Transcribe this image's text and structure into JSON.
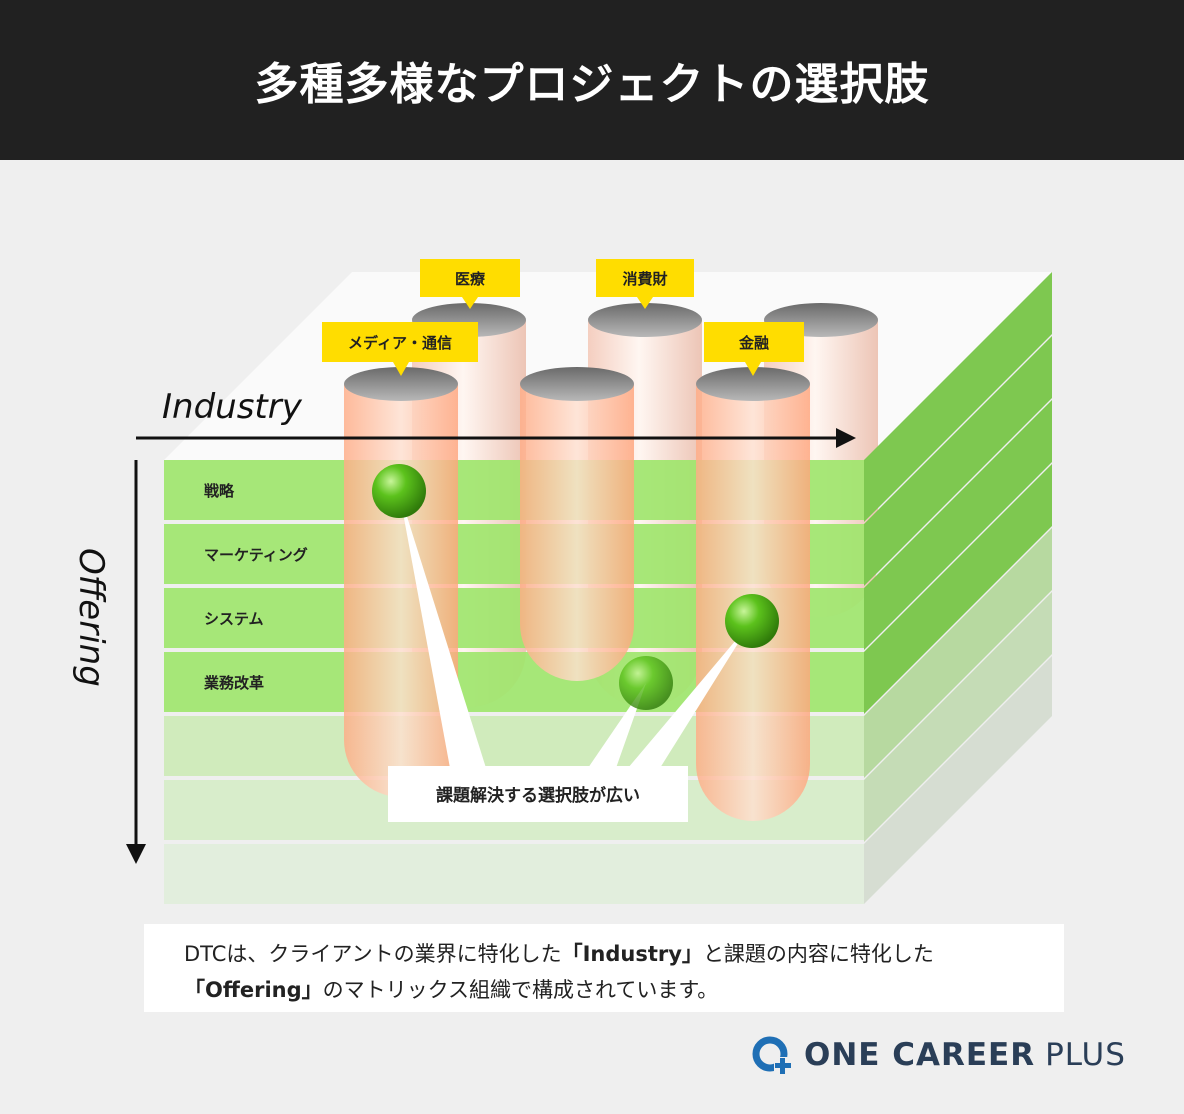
{
  "header": {
    "title": "多種多様なプロジェクトの選択肢"
  },
  "axes": {
    "x_label": "Industry",
    "y_label": "Offering"
  },
  "industries": [
    {
      "label": "医療"
    },
    {
      "label": "消費財"
    },
    {
      "label": "メディア・通信"
    },
    {
      "label": "金融"
    }
  ],
  "offerings": [
    {
      "label": "戦略"
    },
    {
      "label": "マーケティング"
    },
    {
      "label": "システム"
    },
    {
      "label": "業務改革"
    }
  ],
  "callout": {
    "text": "課題解決する選択肢が広い"
  },
  "caption": {
    "line1_pre": "DTCは、クライアントの業界に特化した",
    "line1_bold": "「Industry」",
    "line1_post": "と課題の内容に特化した",
    "line2_bold": "「Offering」",
    "line2_post": "のマトリックス組織で構成されています。"
  },
  "brand": {
    "name_bold": "ONE CAREER",
    "name_light": "PLUS"
  },
  "colors": {
    "header_bg": "#212121",
    "band_active": "#9de56a",
    "band_faded": "#d4ecc4",
    "accent_tag": "#ffdd00",
    "tube_peach": "#ffc6a8",
    "ball_green": "#5cc21c",
    "brand": "#1f6fb5"
  }
}
